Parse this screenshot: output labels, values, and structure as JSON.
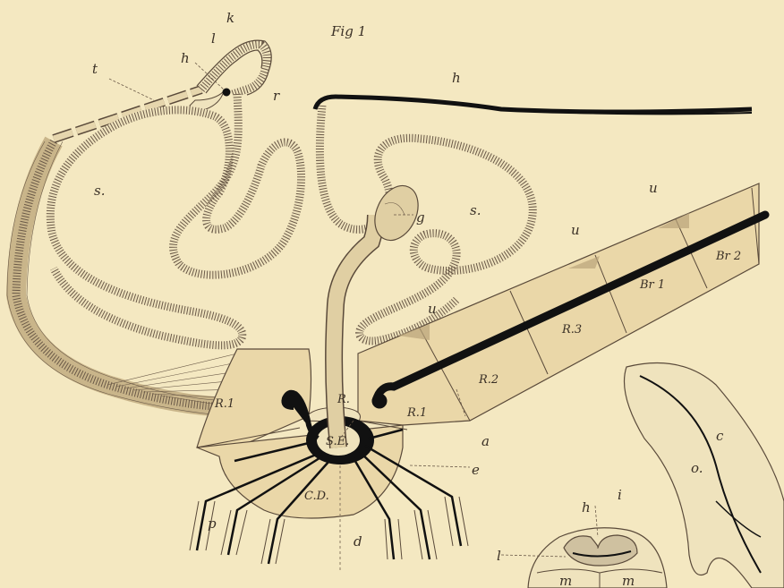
{
  "figure": {
    "title": "Fig 1",
    "labels": {
      "k": "k",
      "l": "l",
      "h_upper": "h",
      "h_right": "h",
      "t": "t",
      "r": "r",
      "s_left": "s.",
      "s_right": "s.",
      "g": "g",
      "u1": "u",
      "u2": "u",
      "u3": "u",
      "R1_left": "R.1",
      "R1_mid": "R.1",
      "R_small": "R.",
      "R2": "R.2",
      "R3": "R.3",
      "Br1": "Br 1",
      "Br2": "Br 2",
      "a": "a",
      "e": "e",
      "CD": "C.D.",
      "SE": "S.E.",
      "d": "d",
      "p": "p",
      "c": "c",
      "o": "o.",
      "i": "i",
      "h_lower": "h",
      "l_lower": "l",
      "m1": "m",
      "m2": "m"
    }
  }
}
